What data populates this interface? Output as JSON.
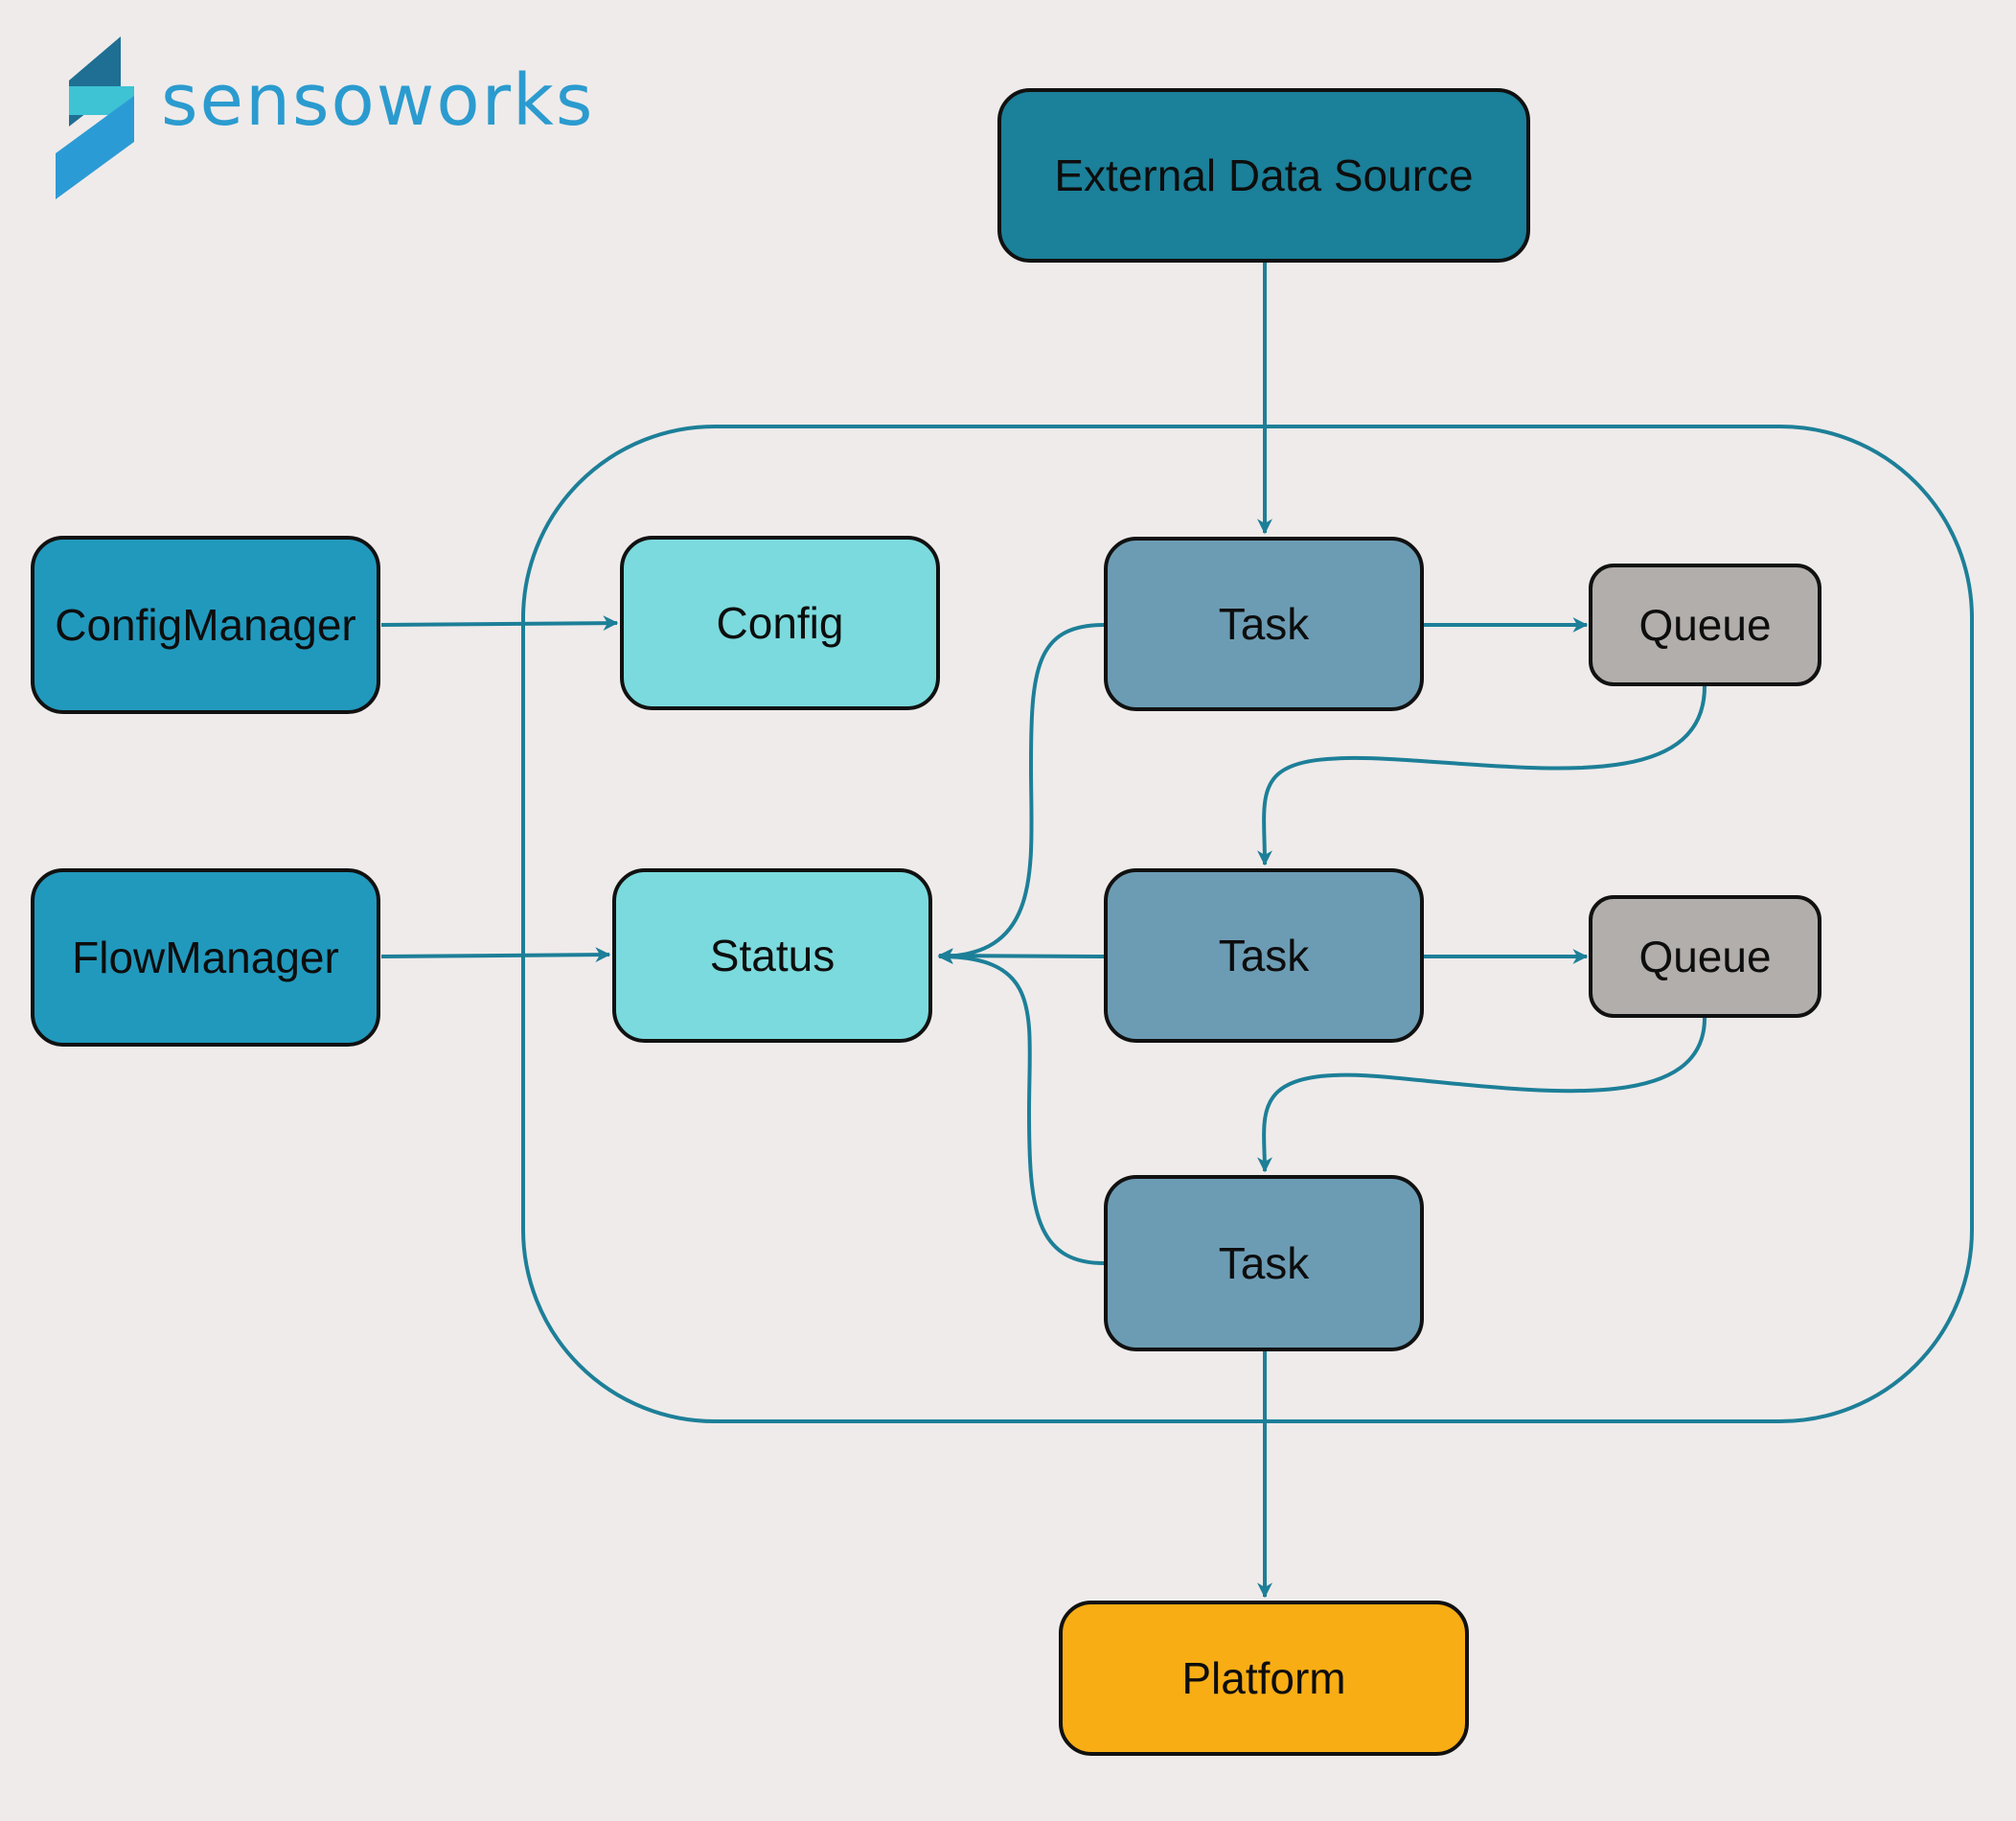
{
  "brand": {
    "name": "sensoworks"
  },
  "colors": {
    "background": "#efebea",
    "connector": "#1d7f98",
    "manager": "#2199bd",
    "external": "#1b8099",
    "config_status": "#7bdadd",
    "task": "#6c9cb4",
    "queue": "#b2aeab",
    "platform": "#f8ad14",
    "logo_text": "#2b9bcf"
  },
  "nodes": {
    "external_data_source": "External Data Source",
    "config_manager": "ConfigManager",
    "flow_manager": "FlowManager",
    "config": "Config",
    "status": "Status",
    "task_1": "Task",
    "task_2": "Task",
    "task_3": "Task",
    "queue_1": "Queue",
    "queue_2": "Queue",
    "platform": "Platform"
  }
}
